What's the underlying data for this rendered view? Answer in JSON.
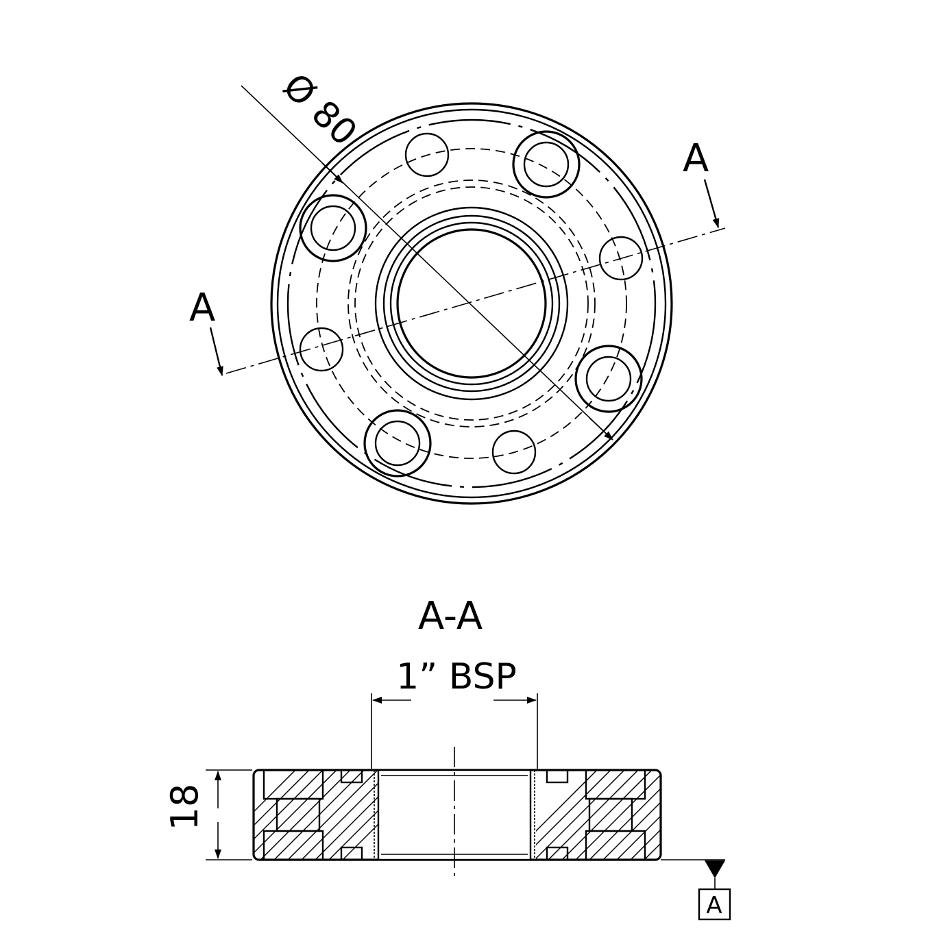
{
  "labels": {
    "diameter": "Ø 80",
    "section_marker_right": "A",
    "section_marker_left": "A",
    "section_title": "A-A",
    "thread": "1” BSP",
    "height": "18",
    "datum": "A"
  },
  "colors": {
    "ink": "#000000",
    "background": "#ffffff"
  }
}
